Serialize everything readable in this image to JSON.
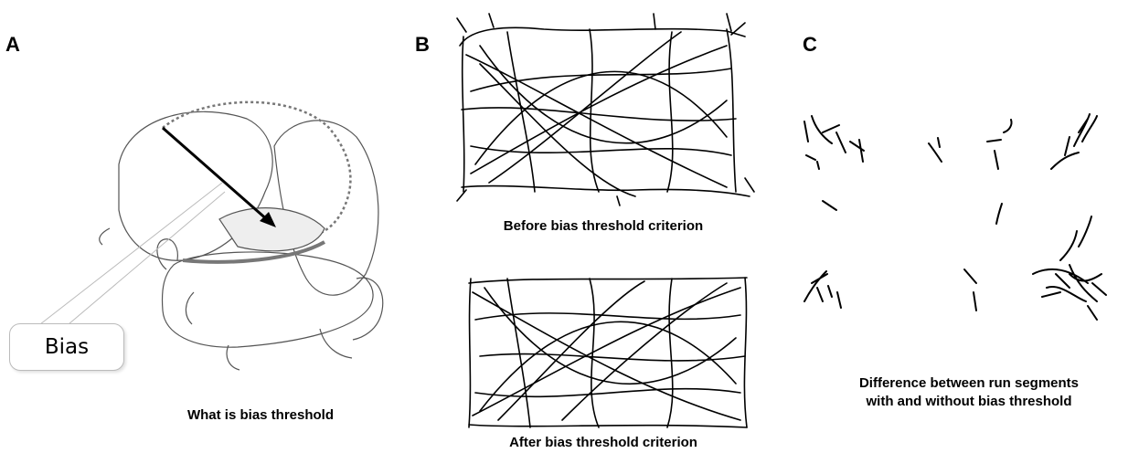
{
  "panels": {
    "a": {
      "letter": "A",
      "label_box": "Bias",
      "caption": "What is bias threshold"
    },
    "b": {
      "letter": "B",
      "caption_top": "Before bias threshold criterion",
      "caption_bottom": "After bias threshold criterion"
    },
    "c": {
      "letter": "C",
      "caption_line1": "Difference between run segments",
      "caption_line2": "with and without bias threshold"
    }
  },
  "colors": {
    "ink": "#000000",
    "sketch": "#555555",
    "callout": "#bbbbbb"
  }
}
